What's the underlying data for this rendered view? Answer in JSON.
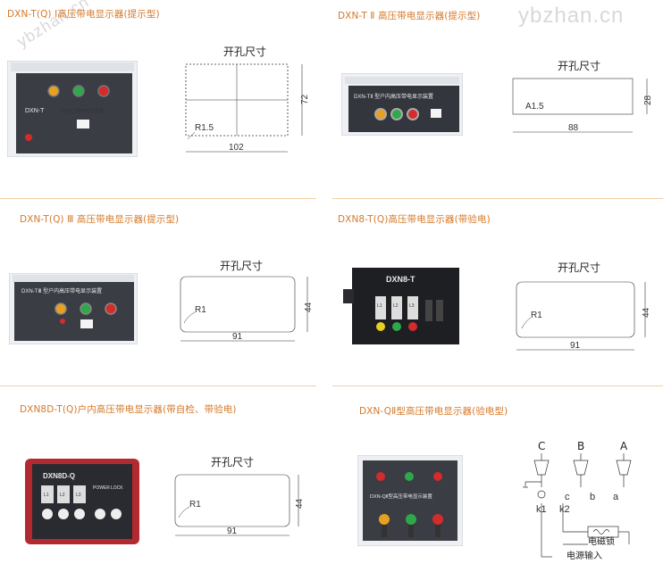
{
  "watermark": "ybzhan.cn",
  "products": [
    {
      "title": "DXN-T(Q) Ⅰ高压带电显示器(提示型)",
      "cutout_label": "开孔尺寸",
      "width": "102",
      "height": "72",
      "radius": "R1.5",
      "panel_label": "DXN-T"
    },
    {
      "title": "DXN-T Ⅱ 高压带电显示器(提示型)",
      "cutout_label": "开孔尺寸",
      "width": "88",
      "height": "28",
      "radius": "A1.5",
      "panel_label": "DXN-TⅡ 型户内高压带电显示装置"
    },
    {
      "title": "DXN-T(Q) Ⅲ 高压带电显示器(提示型)",
      "cutout_label": "开孔尺寸",
      "width": "91",
      "height": "44",
      "radius": "R1",
      "panel_label": "DXN-TⅢ 型户内高压带电显示装置"
    },
    {
      "title": "DXN8-T(Q)高压带电显示器(带验电)",
      "cutout_label": "开孔尺寸",
      "width": "91",
      "height": "44",
      "radius": "R1",
      "panel_label": "DXN8-T",
      "phase_labels": [
        "L1",
        "L2",
        "L3"
      ]
    },
    {
      "title": "DXN8D-T(Q)户内高压带电显示器(带自检、带验电)",
      "cutout_label": "开孔尺寸",
      "width": "91",
      "height": "44",
      "radius": "R1",
      "panel_label": "DXN8D-Q",
      "phase_labels": [
        "L1",
        "L2",
        "L3"
      ],
      "button_labels": [
        "POWER",
        "LOCK"
      ]
    },
    {
      "title": "DXN-QⅡ型高压带电显示器(验电型)",
      "panel_label": "DXN-QⅡ型高压带电显示装置",
      "schematic": {
        "phases": [
          "C",
          "B",
          "A"
        ],
        "contacts": [
          "k1",
          "k2"
        ],
        "terminals": [
          "c",
          "b",
          "a"
        ],
        "lock_label": "电磁锁",
        "power_label": "电源输入"
      }
    }
  ]
}
